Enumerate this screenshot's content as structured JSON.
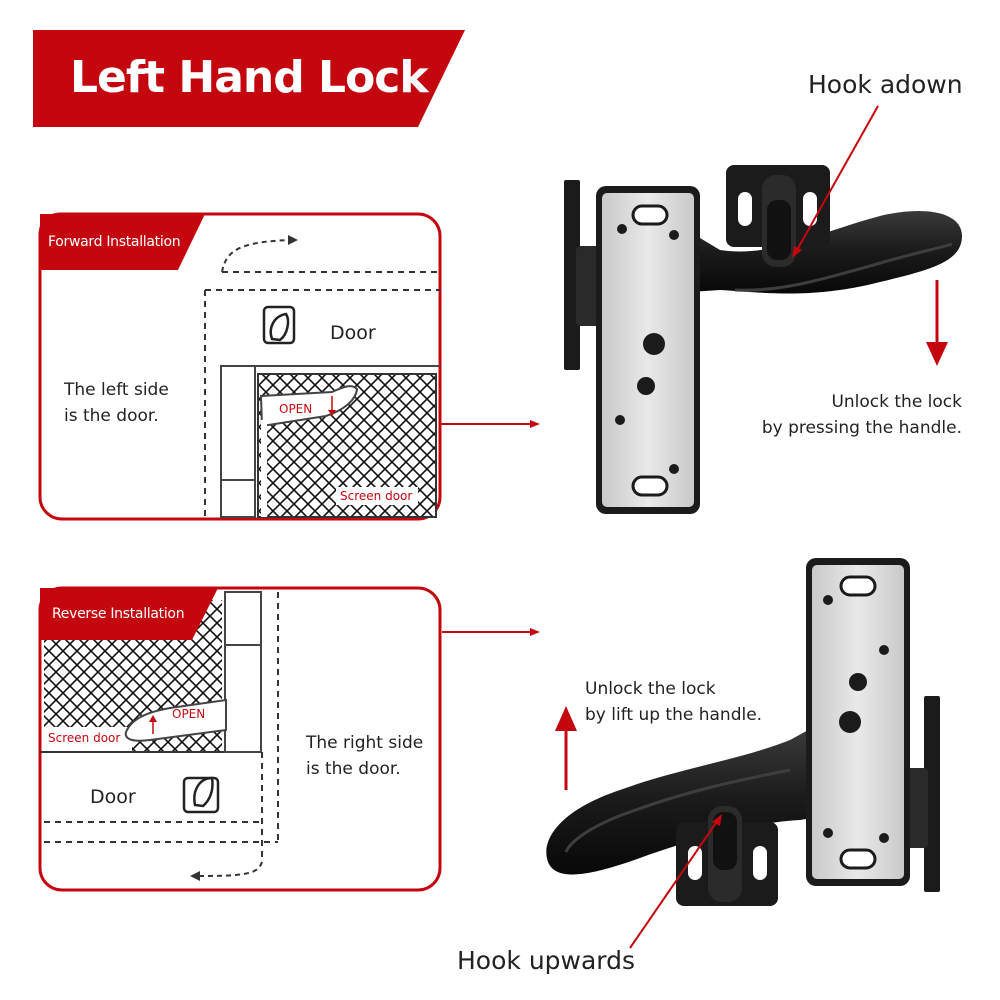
{
  "title": "Left Hand Lock",
  "forward": {
    "tag": "Forward Installation",
    "door_label": "Door",
    "description_line1": "The left side",
    "description_line2": "is the door.",
    "open_label": "OPEN",
    "screen_label": "Screen door"
  },
  "reverse": {
    "tag": "Reverse Installation",
    "door_label": "Door",
    "description_line1": "The right side",
    "description_line2": "is the door.",
    "open_label": "OPEN",
    "screen_label": "Screen door"
  },
  "top_lock": {
    "hook_label": "Hook adown",
    "action_line1": "Unlock the lock",
    "action_line2": "by pressing the handle."
  },
  "bottom_lock": {
    "hook_label": "Hook upwards",
    "action_line1": "Unlock the lock",
    "action_line2": "by lift up the handle."
  },
  "colors": {
    "accent": "#c4060f",
    "handle": "#1b1b1b",
    "plate": "#dcdcdc"
  }
}
